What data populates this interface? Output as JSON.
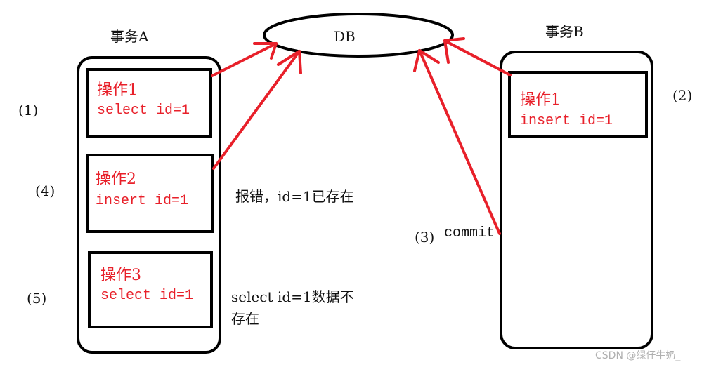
{
  "colors": {
    "arrow": "#e8202a",
    "text_red": "#e8202a",
    "outline": "#000000"
  },
  "db": {
    "label": "DB"
  },
  "transaction_a": {
    "title": "事务A",
    "operations": [
      {
        "step": "(1)",
        "name": "操作1",
        "sql": "select  id=1"
      },
      {
        "step": "(4)",
        "name": "操作2",
        "sql": "insert  id=1",
        "note": "报错，id=1已存在"
      },
      {
        "step": "(5)",
        "name": "操作3",
        "sql": "select  id=1",
        "note_line1": "select id=1数据不",
        "note_line2": "存在"
      }
    ]
  },
  "transaction_b": {
    "title": "事务B",
    "operations": [
      {
        "step": "(2)",
        "name": "操作1",
        "sql": "insert  id=1"
      }
    ],
    "commit": {
      "step": "(3)",
      "label": "commit"
    }
  },
  "watermark": "CSDN @绿仔牛奶_"
}
